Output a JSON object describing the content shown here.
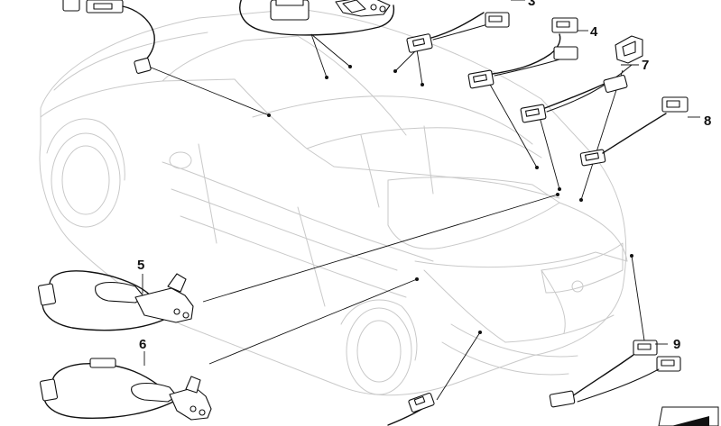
{
  "labels": {
    "part3": "3",
    "part4": "4",
    "part5": "5",
    "part6": "6",
    "part7": "7",
    "part8": "8",
    "part9": "9"
  },
  "colors": {
    "line": "#111111",
    "car_outline": "#c9c9c9",
    "background": "#ffffff"
  }
}
